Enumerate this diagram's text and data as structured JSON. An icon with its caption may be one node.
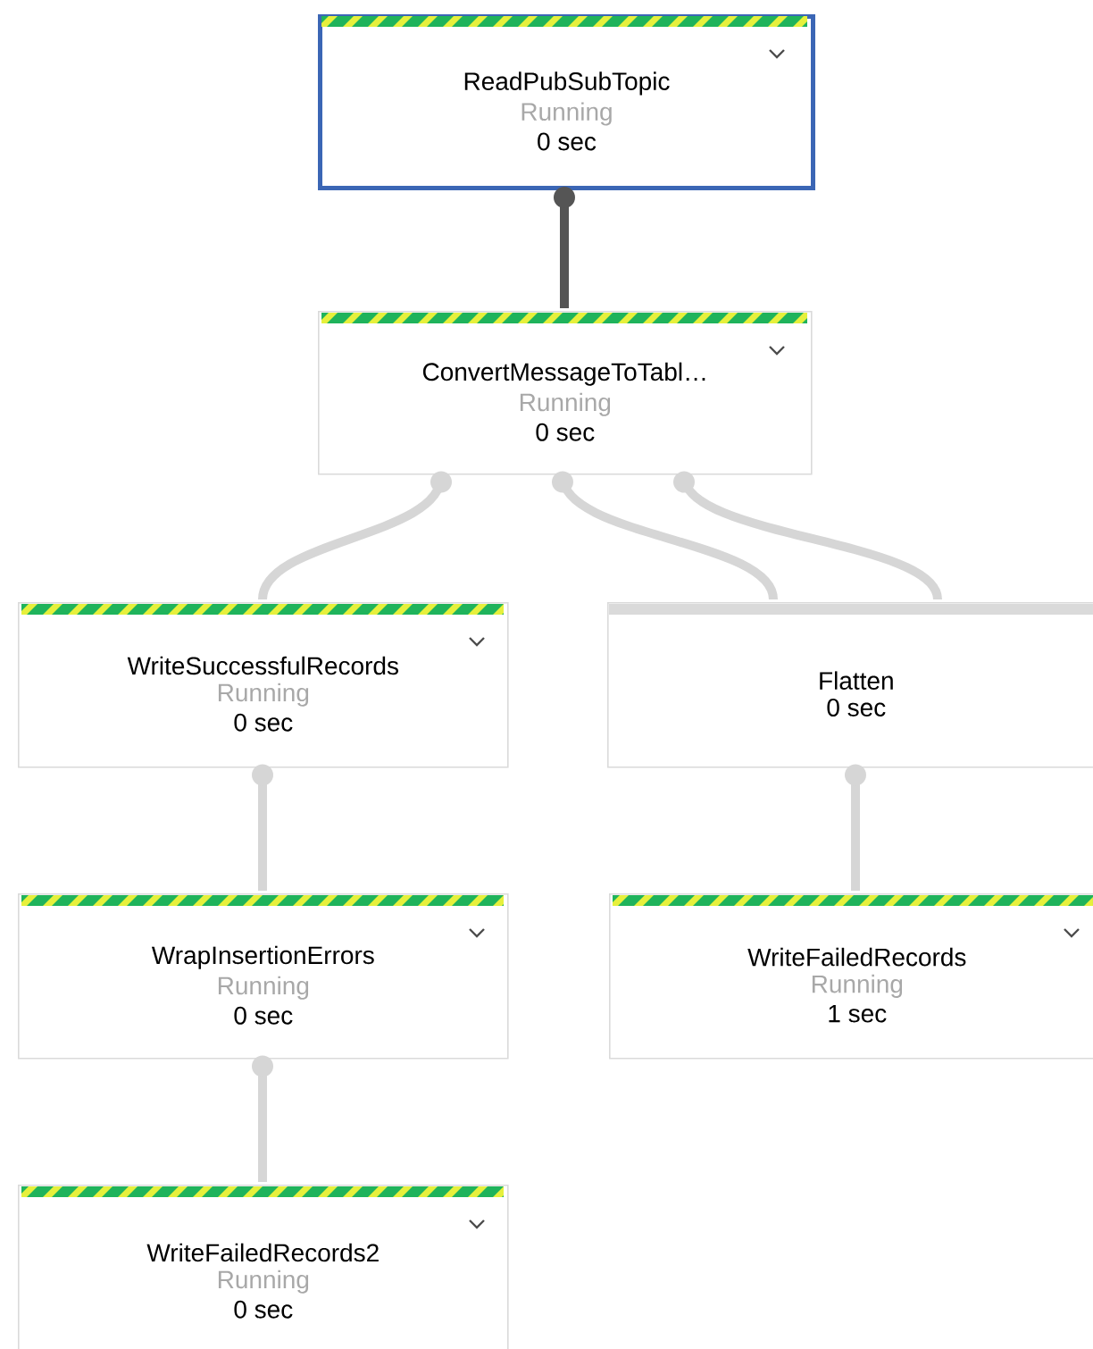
{
  "diagram": {
    "nodes": [
      {
        "text": [
          "ReadPubSubTopic",
          "Running",
          "0 sec"
        ]
      },
      {
        "text": [
          "ConvertMessageToTabl…",
          "Running",
          "0 sec"
        ]
      },
      {
        "text": [
          "WriteSuccessfulRecords",
          "Running",
          "0 sec"
        ]
      },
      {
        "text": [
          "Flatten",
          "0 sec"
        ]
      },
      {
        "text": [
          "WrapInsertionErrors",
          "Running",
          "0 sec"
        ]
      },
      {
        "text": [
          "WriteFailedRecords",
          "Running",
          "1 sec"
        ]
      },
      {
        "text": [
          "WriteFailedRecords2",
          "Running",
          "0 sec"
        ]
      }
    ],
    "edges": [
      {
        "from": 0,
        "to": 1,
        "arrow": "other",
        "color": "#555555"
      },
      {
        "from": 1,
        "to": 2,
        "arrow": "other"
      },
      {
        "from": 1,
        "to": 3,
        "arrow": "other"
      },
      {
        "from": 1,
        "to": 3,
        "arrow": "other"
      },
      {
        "from": 2,
        "to": 4,
        "arrow": "other"
      },
      {
        "from": 3,
        "to": 5,
        "arrow": "other"
      },
      {
        "from": 4,
        "to": 6,
        "arrow": "other"
      }
    ]
  }
}
